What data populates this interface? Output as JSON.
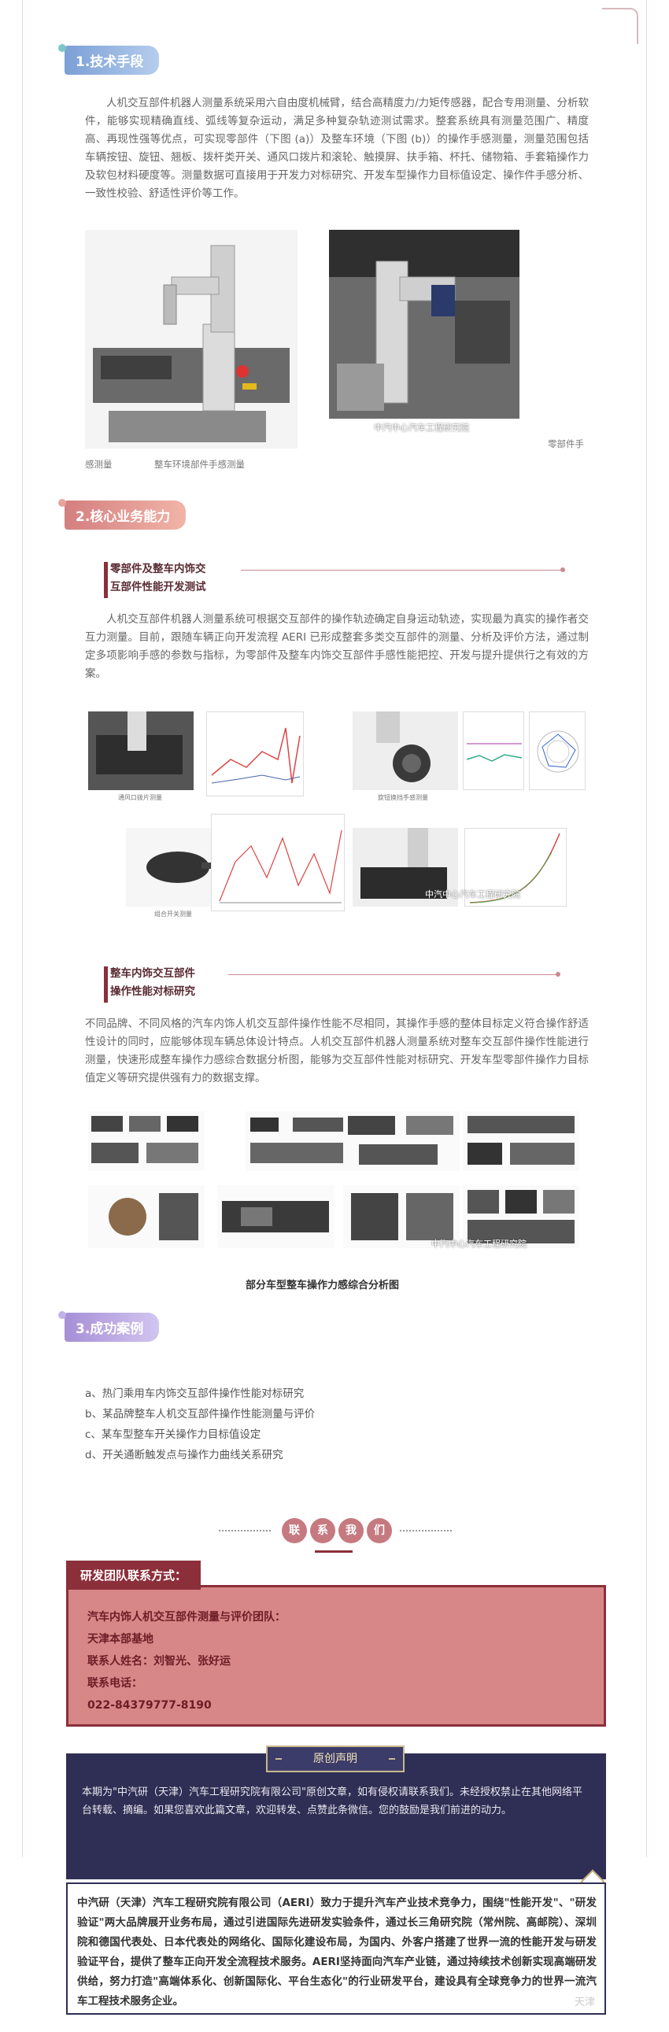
{
  "sections": {
    "s1_title": "1.技术手段",
    "s2_title": "2.核心业务能力",
    "s3_title": "3.成功案例"
  },
  "s1": {
    "para": "人机交互部件机器人测量系统采用六自由度机械臂，结合高精度力/力矩传感器，配合专用测量、分析软件，能够实现精确直线、弧线等复杂运动，满足多种复杂轨迹测试需求。整套系统具有测量范围广、精度高、再现性强等优点，可实现零部件（下图 (a)）及整车环境（下图 (b)）的操作手感测量，测量范围包括车辆按钮、旋钮、翘板、拨杆类开关、通风口拨片和滚轮、触摸屏、扶手箱、杯托、储物箱、手套箱操作力及软包材料硬度等。测量数据可直接用于开发力对标研究、开发车型操作力目标值设定、操作件手感分析、一致性校验、舒适性评价等工作。",
    "watermark": "中汽中心汽车工程研究院",
    "cap_a_right": "零部件手",
    "cap_a_left": "感测量",
    "cap_b": "整车环境部件手感测量"
  },
  "s2": {
    "sub1_line1": "零部件及整车内饰交",
    "sub1_line2": "互部件性能开发测试",
    "para1": "人机交互部件机器人测量系统可根据交互部件的操作轨迹确定自身运动轨迹，实现最为真实的操作者交互力测量。目前，跟随车辆正向开发流程 AERI 已形成整套多类交互部件的测量、分析及评价方法，通过制定多项影响手感的参数与指标，为零部件及整车内饰交互部件手感性能把控、开发与提升提供行之有效的方案。",
    "small_cap1": "通风口拨片测量",
    "small_cap2": "旋钮换挡手感测量",
    "small_cap3": "组合开关测量",
    "watermark": "中汽中心汽车工程研究院",
    "sub2_line1": "整车内饰交互部件",
    "sub2_line2": "操作性能对标研究",
    "para2": "不同品牌、不同风格的汽车内饰人机交互部件操作性能不尽相同，其操作手感的整体目标定义符合操作舒适性设计的同时，应能够体现车辆总体设计特点。人机交互部件机器人测量系统对整车交互部件操作性能进行测量，快速形成整车操作力感综合数据分析图，能够为交互部件性能对标研究、开发车型零部件操作力目标值定义等研究提供强有力的数据支撑。",
    "grid_caption": "部分车型整车操作力感综合分析图"
  },
  "s3": {
    "items": [
      "a、热门乘用车内饰交互部件操作性能对标研究",
      "b、某品牌整车人机交互部件操作性能测量与评价",
      "c、某车型整车开关操作力目标值设定",
      "d、开关通断触发点与操作力曲线关系研究"
    ]
  },
  "contact": {
    "c1": "联",
    "c2": "系",
    "c3": "我",
    "c4": "们",
    "team_label": "研发团队联系方式：",
    "line1": "汽车内饰人机交互部件测量与评价团队：",
    "line2": "天津本部基地",
    "line3": "联系人姓名：刘智光、张好运",
    "line4": "联系电话：",
    "line5": "022-84379777-8190"
  },
  "original": {
    "tag": "原创声明",
    "text": "本期为\"中汽研（天津）汽车工程研究院有限公司\"原创文章，如有侵权请联系我们。未经授权禁止在其他网络平台转载、摘编。如果您喜欢此篇文章，欢迎转发、点赞此条微信。您的鼓励是我们前进的动力。"
  },
  "intro": {
    "text": "中汽研（天津）汽车工程研究院有限公司（AERI）致力于提升汽车产业技术竞争力，围绕\"性能开发\"、\"研发验证\"两大品牌展开业务布局，通过引进国际先进研发实验条件，通过长三角研究院（常州院、高邮院）、深圳院和德国代表处、日本代表处的网络化、国际化建设布局，为国内、外客户搭建了世界一流的性能开发与研发验证平台，提供了整车正向开发全流程技术服务。AERI坚持面向汽车产业链，通过持续技术创新实现高端研发供给，努力打造\"高端体系化、创新国际化、平台生态化\"的行业研发平台，建设具有全球竞争力的世界一流汽车工程技术服务企业。",
    "badge": "天津"
  },
  "colors": {
    "accent_red": "#8b2f3a",
    "tag_blue": "#7b9fd6",
    "tag_red": "#d37f7f",
    "tag_purple": "#a68fd6",
    "navy": "#2f2f55"
  }
}
